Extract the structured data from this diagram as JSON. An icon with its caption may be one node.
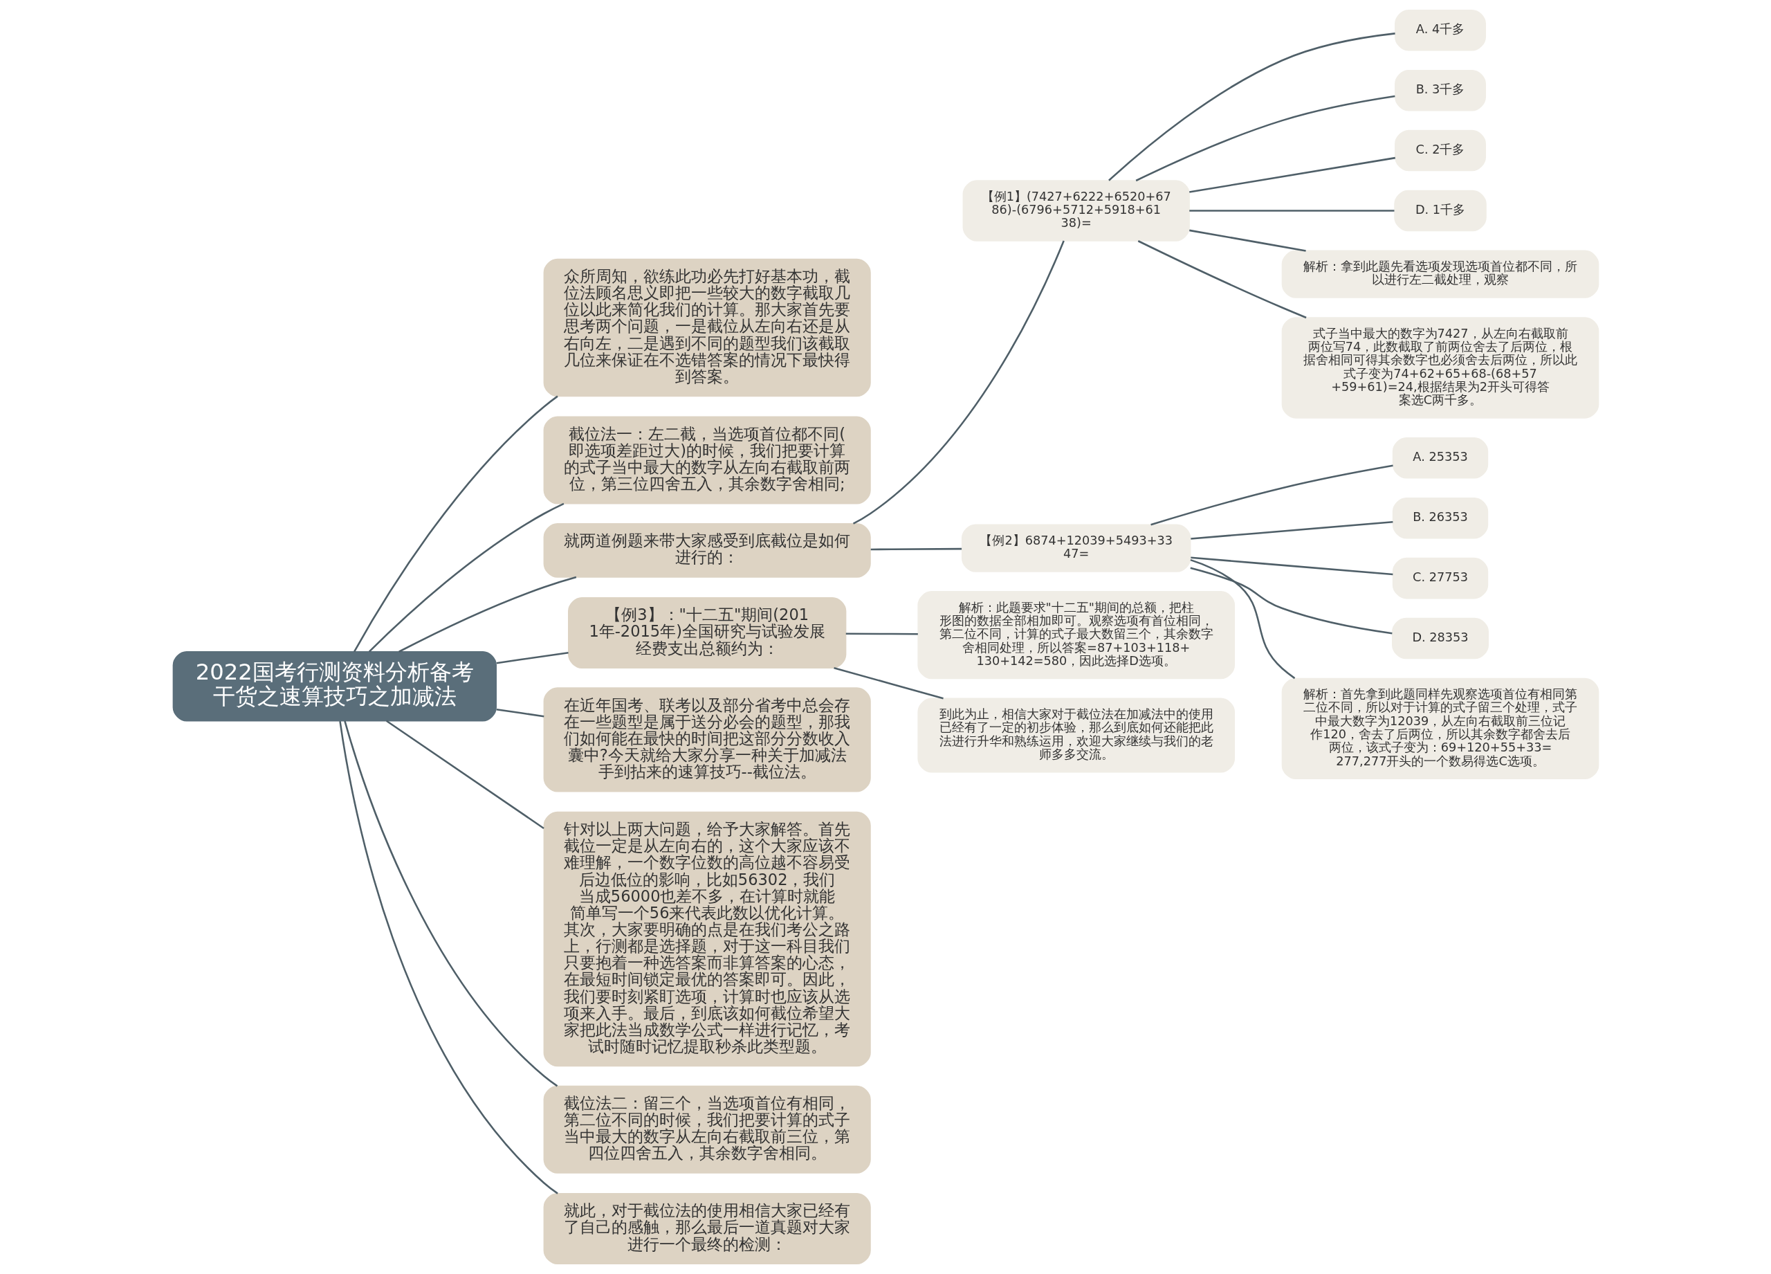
{
  "diagram": {
    "nodes": [
      {
        "text": [
          "2022国考行测资料分析备考干货之速算技巧之加减法"
        ]
      },
      {
        "text": [
          "众所周知，欲练此功必先打好基本功，截位法顾名思义即把一些较大的数字截取几位以此来简化我们的计算。那大家首先要思考两个问题，一是截位从左向右还是从右向左，二是遇到不同的题型我们该截取几位来保证在不选错答案的情况下最快得到答案。"
        ]
      },
      {
        "text": [
          "截位法一：左二截，当选项首位都不同(即选项差距过大)的时候，我们把要计算的式子当中最大的数字从左向右截取前两位，第三位四舍五入，其余数字舍相同;"
        ]
      },
      {
        "text": [
          "就两道例题来带大家感受到底截位是如何进行的："
        ]
      },
      {
        "text": [
          "【例1】(7427+6222+6520+6786)-(6796+5712+5918+6138)="
        ]
      },
      {
        "text": [
          "A. 4千多"
        ]
      },
      {
        "text": [
          "B. 3千多"
        ]
      },
      {
        "text": [
          "C. 2千多"
        ]
      },
      {
        "text": [
          "D. 1千多"
        ]
      },
      {
        "text": [
          "解析：拿到此题先看选项发现选项首位都不同，所以进行左二截处理，观察"
        ]
      },
      {
        "text": [
          "式子当中最大的数字为7427，从左向右截取前两位写74，此数截取了前两位舍去了后两位，根据舍相同可得其余数字也必须舍去后两位，所以此式子变为74+62+65+68-(68+57+59+61)=24,根据结果为2开头可得答案选C两千多。"
        ]
      },
      {
        "text": [
          "【例2】6874+12039+5493+3347="
        ]
      },
      {
        "text": [
          "A. 25353"
        ]
      },
      {
        "text": [
          "B. 26353"
        ]
      },
      {
        "text": [
          "C. 27753"
        ]
      },
      {
        "text": [
          "D. 28353"
        ]
      },
      {
        "text": [
          "解析：首先拿到此题同样先观察选项首位有相同第二位不同，所以对于计算的式子留三个处理，式子中最大数字为12039，从左向右截取前三位记作120，舍去了后两位，所以其余数字都舍去后两位，该式子变为：69+120+55+33=277,277开头的一个数易得选C选项。"
        ]
      },
      {
        "text": [
          "【例3】：\"十二五\"期间(2011年-2015年)全国研究与试验发展经费支出总额约为："
        ]
      },
      {
        "text": [
          "解析：此题要求\"十二五\"期间的总额，把柱形图的数据全部相加即可。观察选项有首位相同，第二位不同，计算的式子最大数留三个，其余数字舍相同处理，所以答案=87+103+118+130+142=580，因此选择D选项。"
        ]
      },
      {
        "text": [
          "到此为止，相信大家对于截位法在加减法中的使用已经有了一定的初步体验，那么到底如何还能把此法进行升华和熟练运用，欢迎大家继续与我们的老师多多交流。"
        ]
      },
      {
        "text": [
          "在近年国考、联考以及部分省考中总会存在一些题型是属于送分必会的题型，那我们如何能在最快的时间把这部分分数收入囊中?今天就给大家分享一种关于加减法手到拈来的速算技巧--截位法。"
        ]
      },
      {
        "text": [
          "针对以上两大问题，给予大家解答。首先截位一定是从左向右的，这个大家应该不难理解，一个数字位数的高位越不容易受后边低位的影响，比如56302，我们当成56000也差不多，在计算时就能简单写一个56来代表此数以优化计算。其次，大家要明确的点是在我们考公之路上，行测都是选择题，对于这一科目我们只要抱着一种选答案而非算答案的心态，在最短时间锁定最优的答案即可。因此，我们要时刻紧盯选项，计算时也应该从选项来入手。最后，到底该如何截位希望大家把此法当成数学公式一样进行记忆，考试时随时记忆提取秒杀此类型题。"
        ]
      },
      {
        "text": [
          "截位法二：留三个，当选项首位有相同，第二位不同的时候，我们把要计算的式子当中最大的数字从左向右截取前三位，第四位四舍五入，其余数字舍相同。"
        ]
      },
      {
        "text": [
          "就此，对于截位法的使用相信大家已经有了自己的感触，那么最后一道真题对大家进行一个最终的检测："
        ]
      }
    ],
    "edges": [
      {
        "from": 0,
        "to": 1,
        "arrow": "none"
      },
      {
        "from": 0,
        "to": 2,
        "arrow": "none"
      },
      {
        "from": 0,
        "to": 3,
        "arrow": "none"
      },
      {
        "from": 3,
        "to": 4,
        "arrow": "none"
      },
      {
        "from": 4,
        "to": 5,
        "arrow": "none"
      },
      {
        "from": 4,
        "to": 6,
        "arrow": "none"
      },
      {
        "from": 4,
        "to": 7,
        "arrow": "none"
      },
      {
        "from": 4,
        "to": 8,
        "arrow": "none"
      },
      {
        "from": 4,
        "to": 9,
        "arrow": "none"
      },
      {
        "from": 4,
        "to": 10,
        "arrow": "none"
      },
      {
        "from": 3,
        "to": 11,
        "arrow": "none"
      },
      {
        "from": 11,
        "to": 12,
        "arrow": "none"
      },
      {
        "from": 11,
        "to": 13,
        "arrow": "none"
      },
      {
        "from": 11,
        "to": 14,
        "arrow": "none"
      },
      {
        "from": 11,
        "to": 15,
        "arrow": "none"
      },
      {
        "from": 11,
        "to": 16,
        "arrow": "none"
      },
      {
        "from": 0,
        "to": 17,
        "arrow": "none"
      },
      {
        "from": 17,
        "to": 18,
        "arrow": "none"
      },
      {
        "from": 17,
        "to": 19,
        "arrow": "none"
      },
      {
        "from": 0,
        "to": 20,
        "arrow": "none"
      },
      {
        "from": 0,
        "to": 21,
        "arrow": "none"
      },
      {
        "from": 0,
        "to": 22,
        "arrow": "none"
      },
      {
        "from": 0,
        "to": 23,
        "arrow": "none"
      }
    ]
  }
}
